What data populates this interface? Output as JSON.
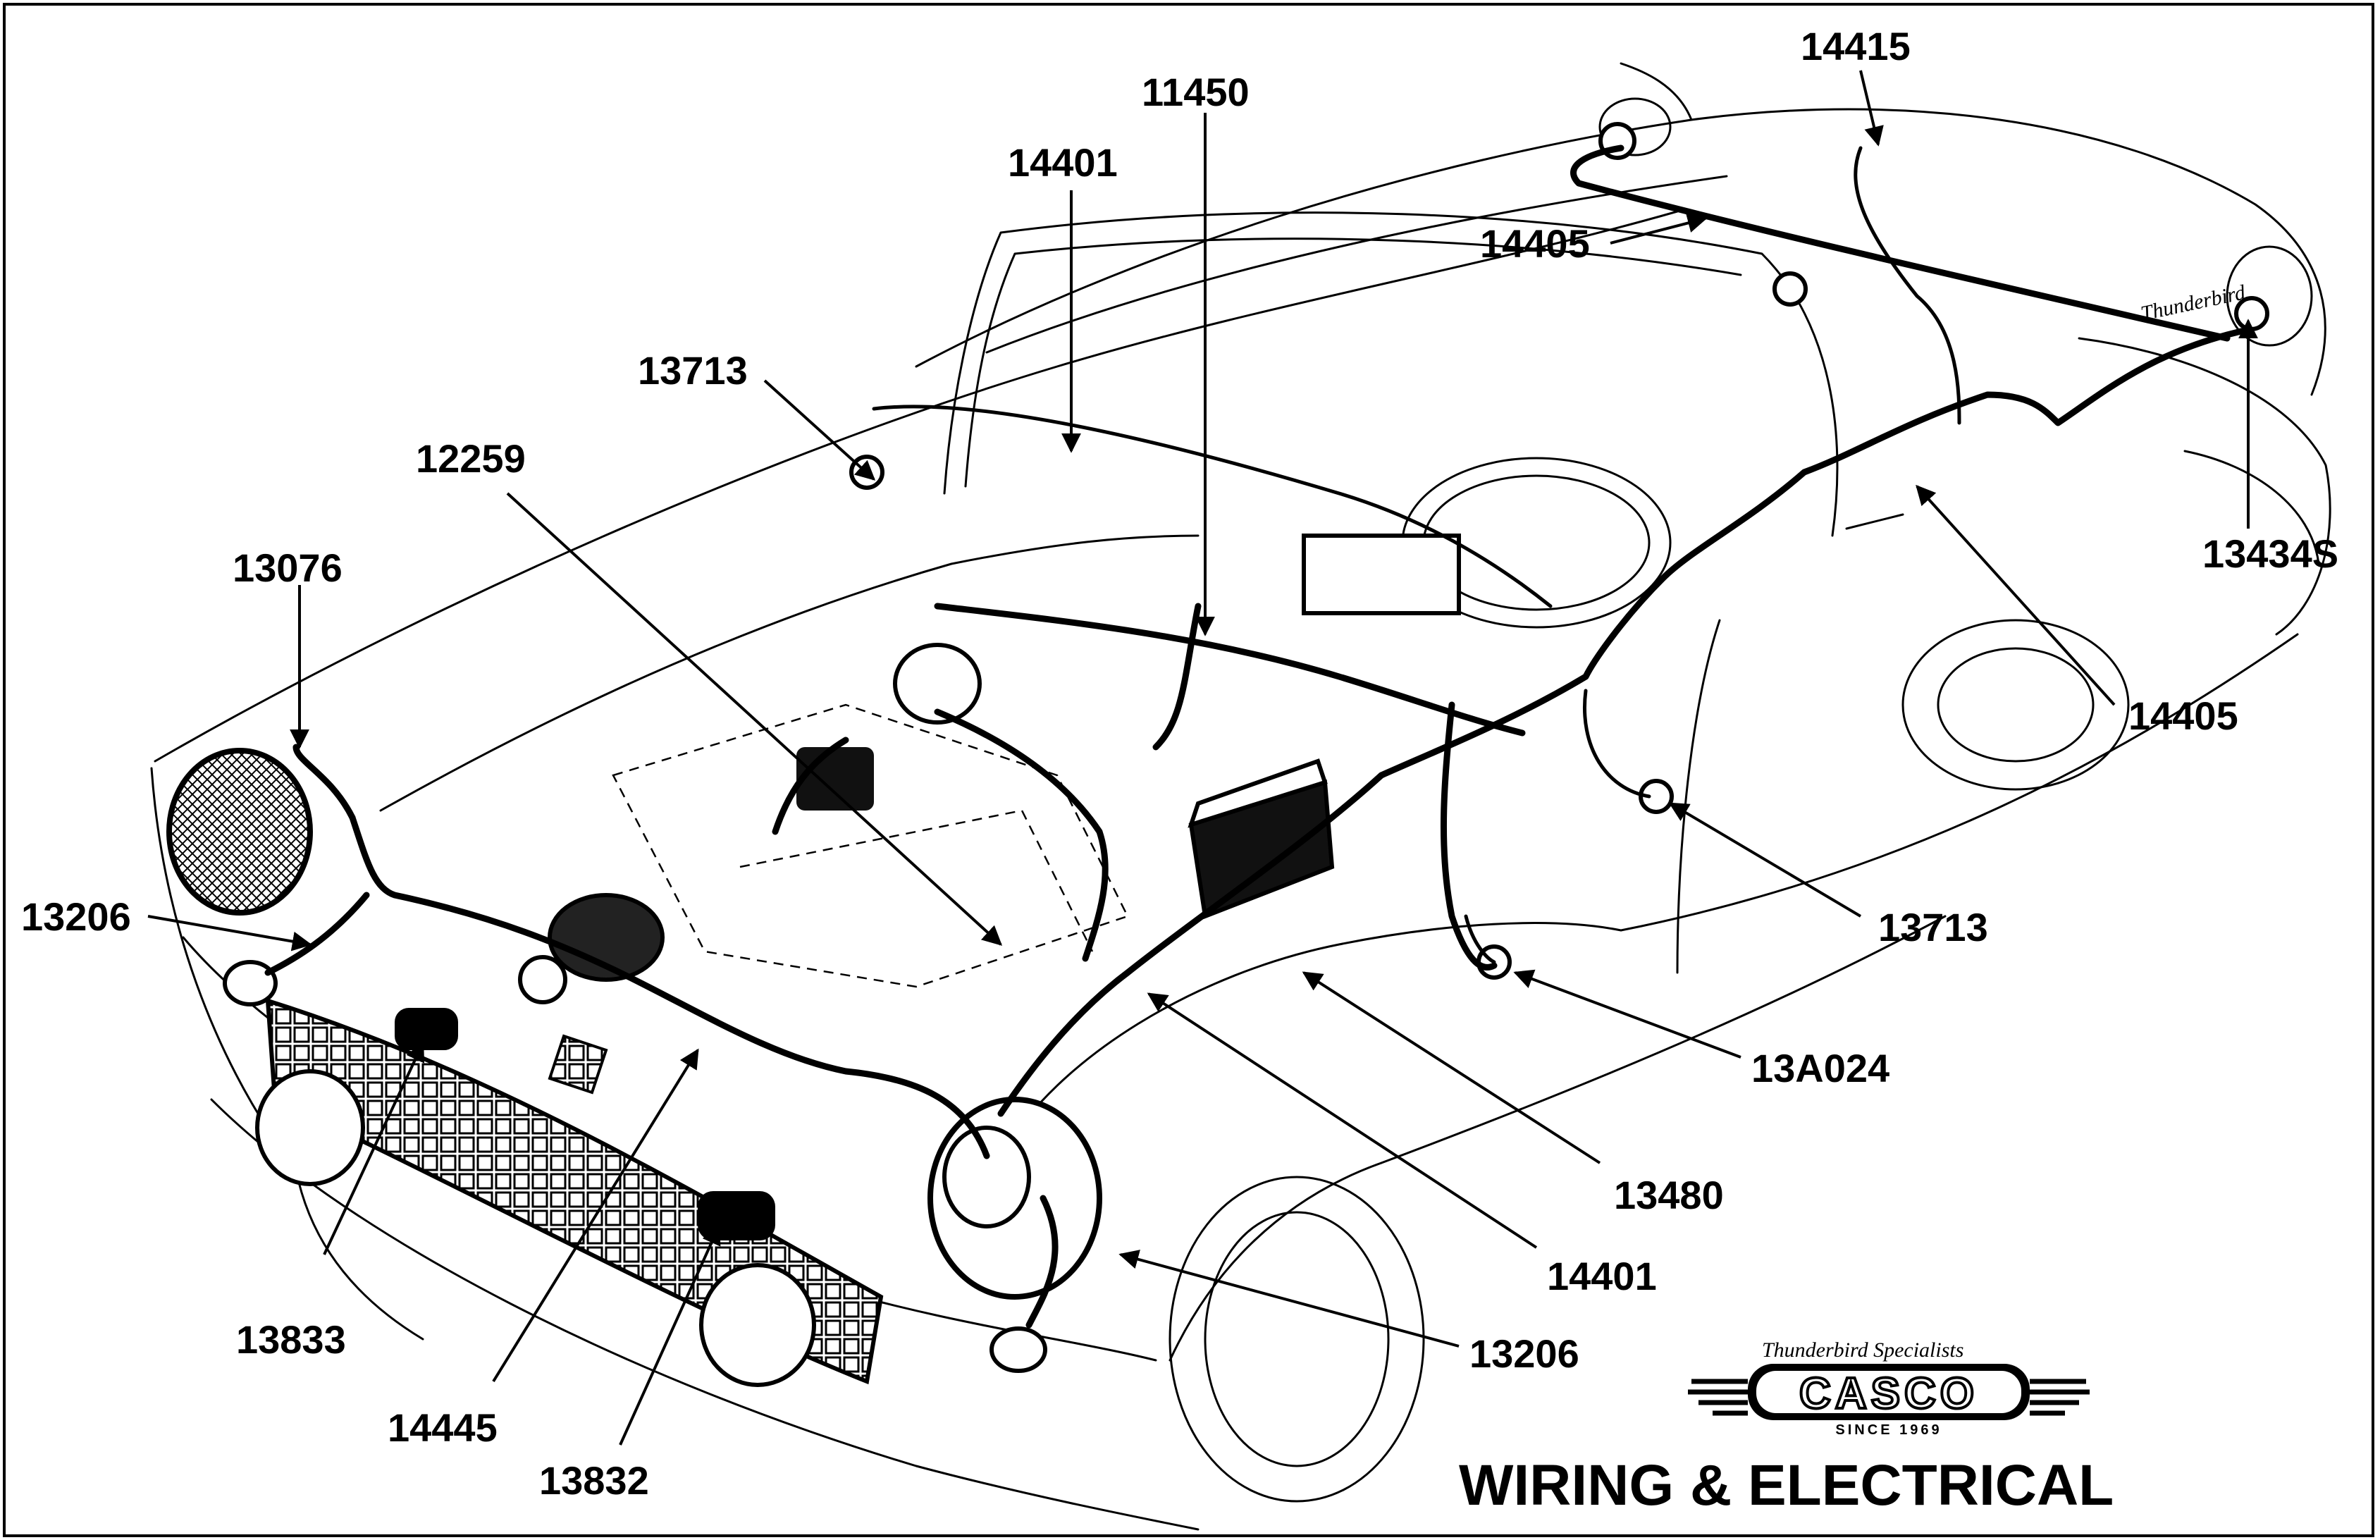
{
  "title": "WIRING & ELECTRICAL",
  "logo": {
    "tagline": "Thunderbird Specialists",
    "name": "CASCO",
    "since": "SINCE 1969",
    "script": "Thunderbird"
  },
  "part_labels": [
    "14415",
    "11450",
    "14401",
    "14405",
    "13713",
    "12259",
    "13076",
    "13434S",
    "14405",
    "13206",
    "13713",
    "13A024",
    "13480",
    "14401",
    "13206",
    "13833",
    "14445",
    "13832"
  ]
}
